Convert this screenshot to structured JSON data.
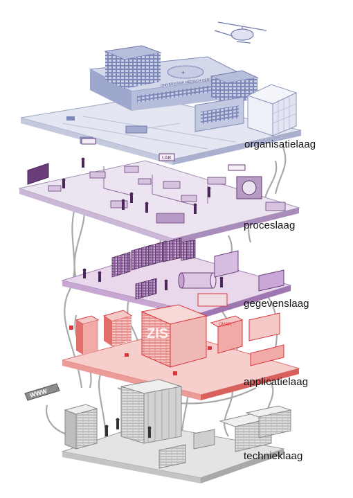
{
  "layers": [
    {
      "id": "organisatie",
      "label": "organisatielaag"
    },
    {
      "id": "proces",
      "label": "proceslaag"
    },
    {
      "id": "gegevens",
      "label": "gegevenslaag"
    },
    {
      "id": "applicatie",
      "label": "applicatielaag"
    },
    {
      "id": "techniek",
      "label": "technieklaag"
    }
  ],
  "illustration_text": {
    "building_sign": "UNIVERSITAIR MEDISCH CENTRUM",
    "lab_sign": "LAB",
    "zis_sign": "ZIS",
    "omar_sign": "OMAR",
    "www_sign": "WWW"
  },
  "colors": {
    "organisatie": "#dfe3ef",
    "proces": "#e6dcec",
    "gegevens": "#e8d8ea",
    "applicatie": "#f3c6c4",
    "techniek": "#d9d9d9",
    "cable": "#a8a8a8",
    "accent_red": "#d9363c",
    "accent_purple": "#6a3d7a",
    "building": "#8f9ac4"
  }
}
